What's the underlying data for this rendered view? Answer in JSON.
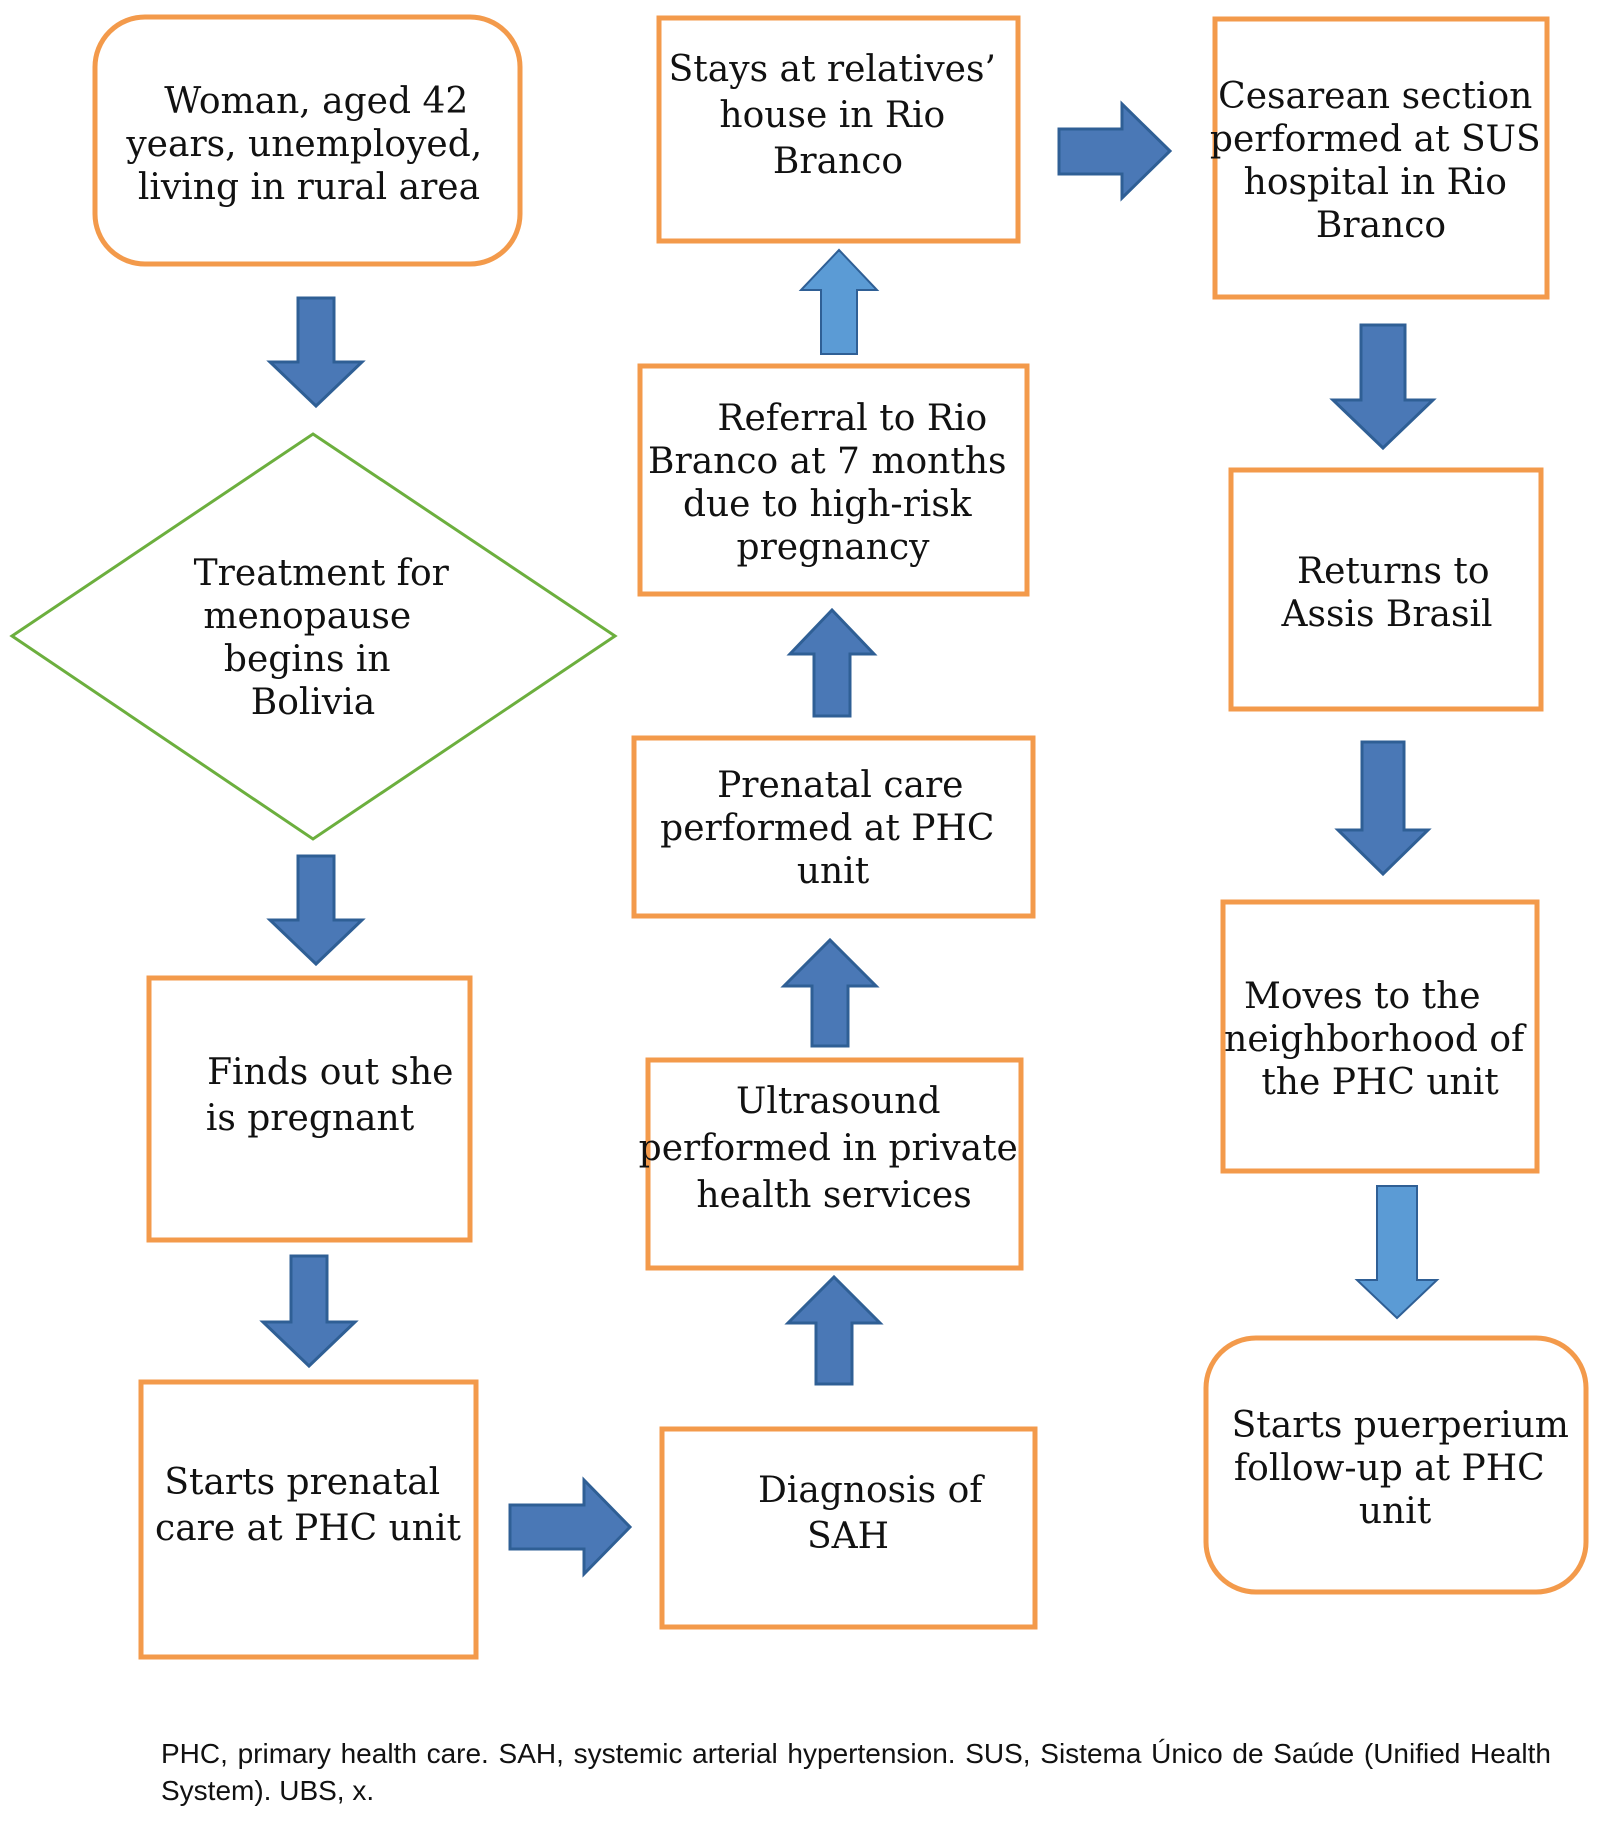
{
  "colors": {
    "box_border": "#F39A4B",
    "decision_border": "#6CAF3E",
    "arrow_fill_dark": "#4A78B6",
    "arrow_fill_light": "#5B9BD5",
    "arrow_stroke": "#2F5F95",
    "text": "#111111"
  },
  "nodes": {
    "woman": {
      "lines": [
        "Woman, aged 42",
        "years, unemployed,",
        "living in rural area"
      ]
    },
    "menopause": {
      "lines": [
        "Treatment for",
        "menopause",
        "begins in",
        "Bolivia"
      ]
    },
    "pregnant": {
      "lines": [
        "Finds out she",
        "is pregnant"
      ]
    },
    "prenatal_start": {
      "lines": [
        "Starts prenatal",
        "care at PHC unit"
      ]
    },
    "sah": {
      "lines": [
        "Diagnosis of",
        "SAH"
      ]
    },
    "ultrasound": {
      "lines": [
        "Ultrasound",
        "performed in private",
        "health services"
      ]
    },
    "prenatal_care": {
      "lines": [
        "Prenatal care",
        "performed at PHC",
        "unit"
      ]
    },
    "referral": {
      "lines": [
        "Referral to Rio",
        "Branco at 7 months",
        "due to high-risk",
        "pregnancy"
      ]
    },
    "relatives": {
      "lines": [
        "Stays at relatives’",
        "house in Rio",
        "Branco"
      ]
    },
    "cesarean": {
      "lines": [
        "Cesarean section",
        "performed at SUS",
        "hospital in Rio",
        "Branco"
      ]
    },
    "returns": {
      "lines": [
        "Returns to",
        "Assis Brasil"
      ]
    },
    "moves": {
      "lines": [
        "Moves to the",
        "neighborhood of",
        "the PHC unit"
      ]
    },
    "puerperium": {
      "lines": [
        "Starts puerperium",
        "follow-up at PHC",
        "unit"
      ]
    }
  },
  "caption": "PHC, primary health care. SAH, systemic arterial hypertension. SUS, Sistema Único de Saúde (Unified Health System). UBS, x."
}
